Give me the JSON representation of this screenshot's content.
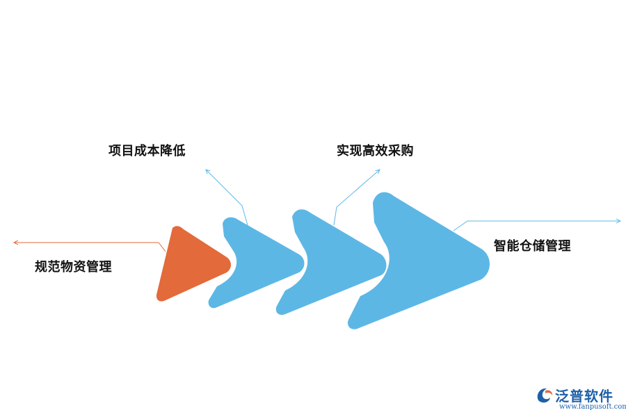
{
  "diagram": {
    "steps": [
      {
        "label": "规范物资管理",
        "color": "#e36a3a"
      },
      {
        "label": "项目成本降低",
        "color": "#5db7e5"
      },
      {
        "label": "实现高效采购",
        "color": "#5db7e5"
      },
      {
        "label": "智能仓储管理",
        "color": "#5db7e5"
      }
    ]
  },
  "logo": {
    "brand": "泛普软件",
    "url": "www.fanpusoft.com"
  }
}
